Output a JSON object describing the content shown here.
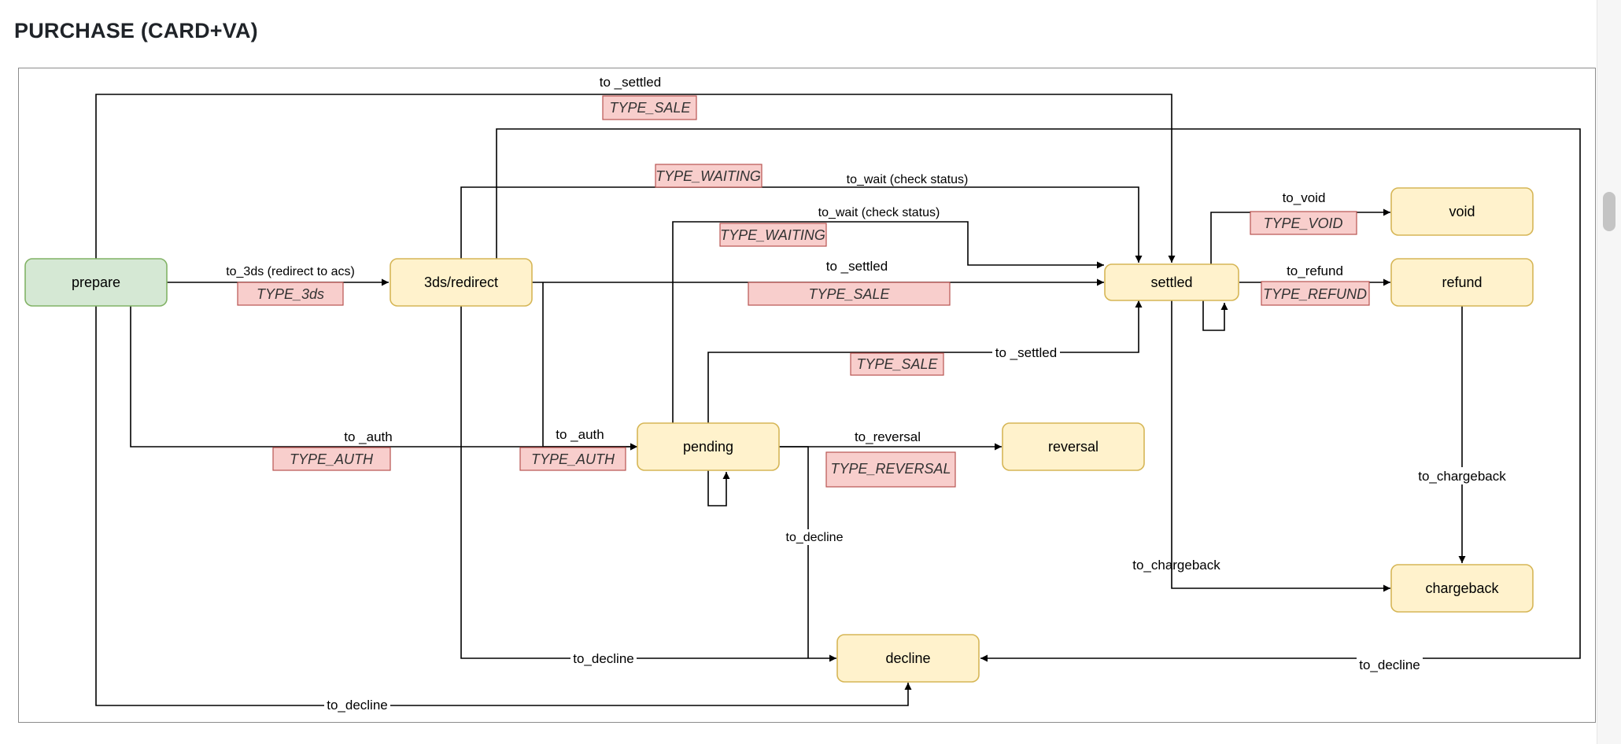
{
  "title": "PURCHASE (CARD+VA)",
  "colors": {
    "start_fill": "#d5e8d4",
    "start_stroke": "#82b366",
    "state_fill": "#fff2cc",
    "state_stroke": "#d6b656",
    "tag_fill": "#f8cecc",
    "tag_stroke": "#b85450",
    "edge": "#000000"
  },
  "states": {
    "prepare": "prepare",
    "redirect": "3ds/redirect",
    "pending": "pending",
    "settled": "settled",
    "void": "void",
    "refund": "refund",
    "reversal": "reversal",
    "chargeback": "chargeback",
    "decline": "decline"
  },
  "transitions": {
    "to_settled_top": "to _settled",
    "to_3ds": "to_3ds (redirect to acs)",
    "to_wait_1": "to_wait (check status)",
    "to_wait_2": "to_wait (check status)",
    "to_settled_mid": "to _settled",
    "to_settled_low": "to _settled",
    "to_auth_1": "to _auth",
    "to_auth_2": "to _auth",
    "to_reversal": "to_reversal",
    "to_decline_pending": "to_decline",
    "to_decline_redirect": "to_decline",
    "to_decline_prepare": "to_decline",
    "to_decline_right": "to_decline",
    "to_void": "to_void",
    "to_refund": "to_refund",
    "to_chargeback_refund": "to_chargeback",
    "to_chargeback_settled": "to_chargeback"
  },
  "tags": {
    "sale_top": "TYPE_SALE",
    "waiting_1": "TYPE_WAITING",
    "waiting_2": "TYPE_WAITING",
    "type_3ds": "TYPE_3ds",
    "sale_mid": "TYPE_SALE",
    "sale_low": "TYPE_SALE",
    "auth_1": "TYPE_AUTH",
    "auth_2": "TYPE_AUTH",
    "reversal": "TYPE_REVERSAL",
    "void": "TYPE_VOID",
    "refund": "TYPE_REFUND"
  }
}
